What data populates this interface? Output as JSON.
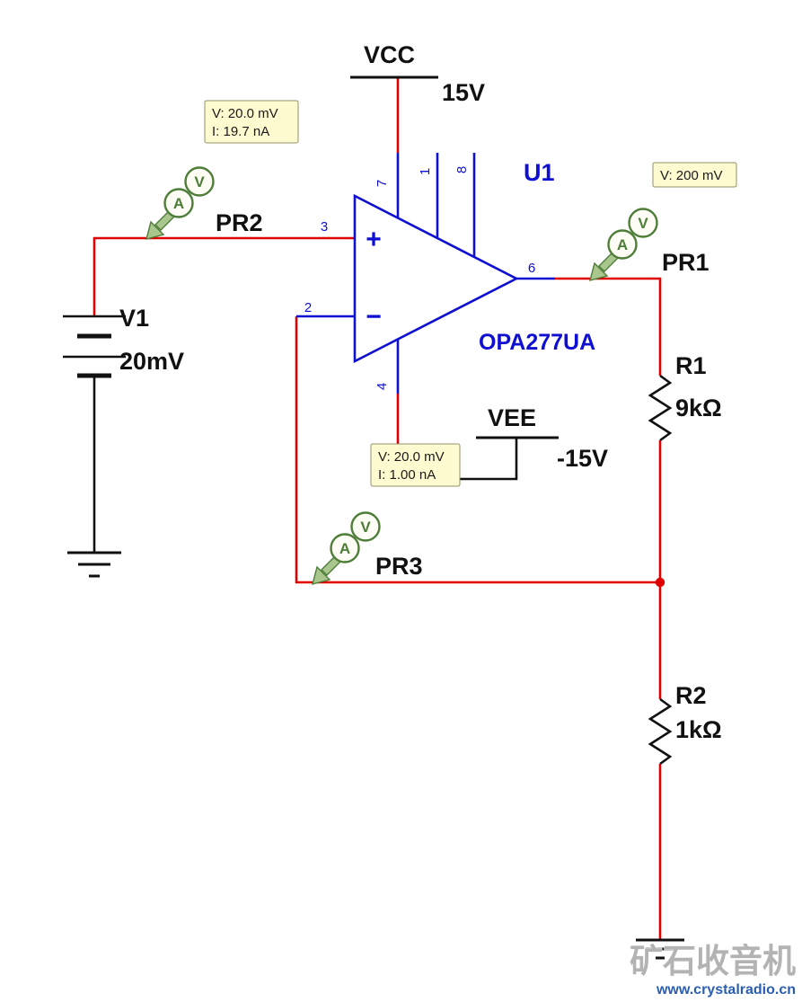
{
  "schematic": {
    "power_vcc": {
      "label": "VCC",
      "value": "15V"
    },
    "power_vee": {
      "label": "VEE",
      "value": "-15V"
    },
    "opamp": {
      "designator": "U1",
      "part": "OPA277UA",
      "plus_sign": "+",
      "minus_sign": "−",
      "pins": {
        "in_plus": "3",
        "in_minus": "2",
        "out": "6",
        "v_plus": "7",
        "v_minus": "4",
        "aux1": "1",
        "aux8": "8"
      }
    },
    "source_v1": {
      "designator": "V1",
      "value": "20mV"
    },
    "resistor_r1": {
      "designator": "R1",
      "value": "9kΩ"
    },
    "resistor_r2": {
      "designator": "R2",
      "value": "1kΩ"
    },
    "probes": {
      "pr1": {
        "label": "PR1",
        "ammeter_letter": "A",
        "voltmeter_letter": "V",
        "readout": {
          "line1": "V: 200 mV"
        }
      },
      "pr2": {
        "label": "PR2",
        "ammeter_letter": "A",
        "voltmeter_letter": "V",
        "readout": {
          "line1": "V: 20.0 mV",
          "line2": "I: 19.7 nA"
        }
      },
      "pr3": {
        "label": "PR3",
        "ammeter_letter": "A",
        "voltmeter_letter": "V",
        "readout": {
          "line1": "V: 20.0 mV",
          "line2": "I: 1.00 nA"
        }
      }
    }
  },
  "watermark": {
    "title": "矿石收音机",
    "url": "www.crystalradio.cn"
  },
  "colors": {
    "wire": "#e00000",
    "symbol_blue": "#0f0fd2",
    "text_black": "#111111",
    "probe_green": "#4e7d38",
    "probe_arrow_fill": "#a9c68f",
    "callout_bg": "#fffbd0",
    "callout_border": "#90906a",
    "watermark_gray": "#b3b3b3",
    "watermark_blue": "#2a5db0"
  }
}
